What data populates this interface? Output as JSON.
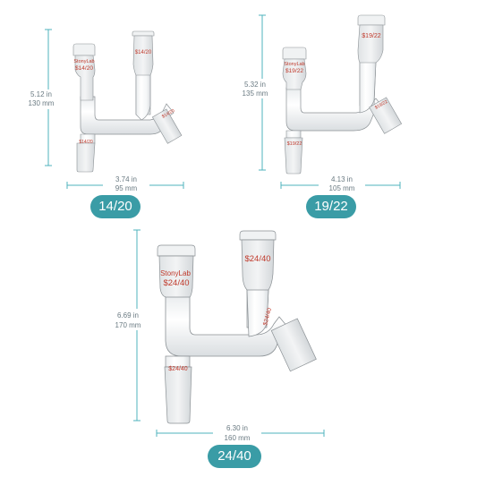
{
  "products": [
    {
      "size_label": "14/20",
      "height_in": "5.12 in",
      "height_mm": "130 mm",
      "width_in": "3.74 in",
      "width_mm": "95 mm",
      "joint_mark": "$14/20",
      "brand": "StonyLab"
    },
    {
      "size_label": "19/22",
      "height_in": "5.32 in",
      "height_mm": "135 mm",
      "width_in": "4.13 in",
      "width_mm": "105 mm",
      "joint_mark": "$19/22",
      "brand": "StonyLab"
    },
    {
      "size_label": "24/40",
      "height_in": "6.69 in",
      "height_mm": "170 mm",
      "width_in": "6.30 in",
      "width_mm": "160 mm",
      "joint_mark": "$24/40",
      "brand": "StonyLab"
    }
  ],
  "colors": {
    "accent": "#3a9ca6",
    "dimension_line": "#4fb3bd",
    "label_red": "#c0392b",
    "glass_outline": "#8a9094"
  }
}
